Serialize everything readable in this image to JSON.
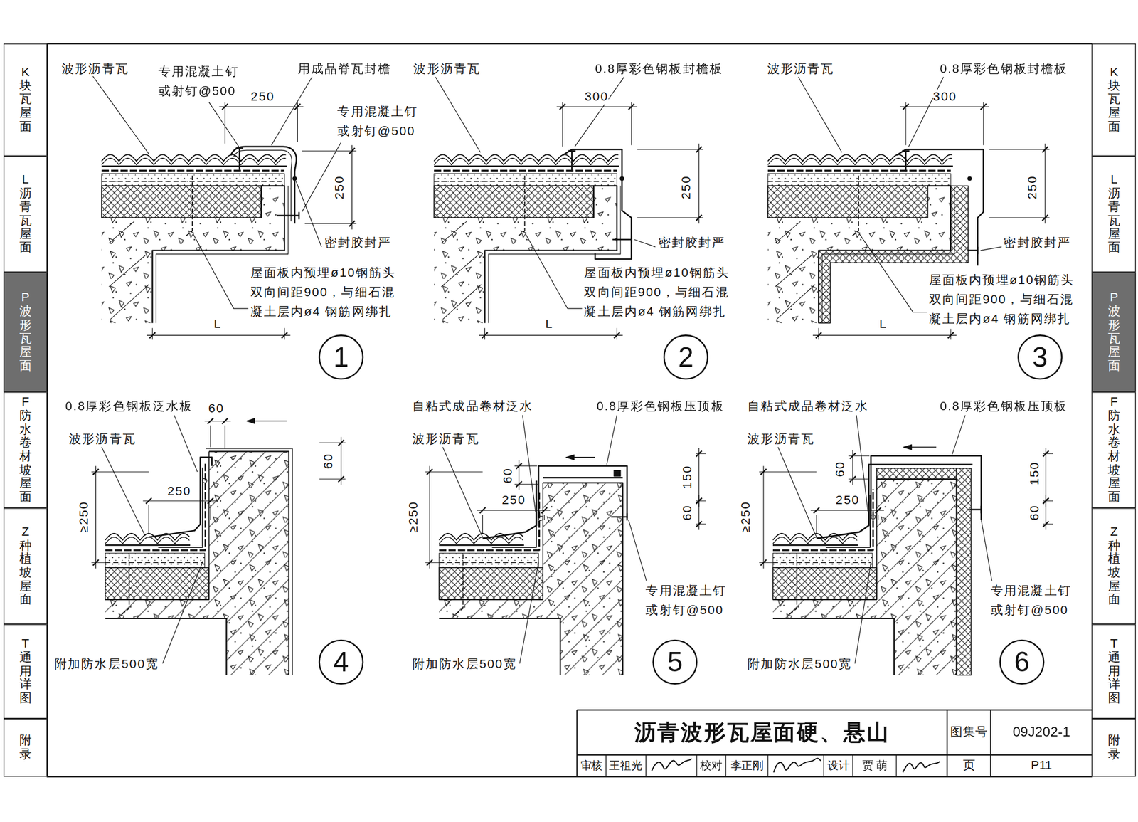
{
  "diagram": {
    "title": "沥青波形瓦屋面硬、悬山",
    "nodes": [
      {
        "text": [
          "K块瓦屋面"
        ]
      },
      {
        "text": [
          "L沥青瓦屋面"
        ]
      },
      {
        "text": [
          "P波形瓦屋面"
        ]
      },
      {
        "text": [
          "F防水卷材坡屋面"
        ]
      },
      {
        "text": [
          "Z种植坡屋面"
        ]
      },
      {
        "text": [
          "T通用详图"
        ]
      },
      {
        "text": [
          "附录"
        ]
      },
      {
        "text": [
          "K块瓦屋面"
        ]
      },
      {
        "text": [
          "L沥青瓦屋面"
        ]
      },
      {
        "text": [
          "P波形瓦屋面"
        ]
      },
      {
        "text": [
          "F防水卷材坡屋面"
        ]
      },
      {
        "text": [
          "Z种植坡屋面"
        ]
      },
      {
        "text": [
          "T通用详图"
        ]
      },
      {
        "text": [
          "附录"
        ]
      },
      {
        "text": [
          "1"
        ]
      },
      {
        "text": [
          "2"
        ]
      },
      {
        "text": [
          "3"
        ]
      },
      {
        "text": [
          "4"
        ]
      },
      {
        "text": [
          "5"
        ]
      },
      {
        "text": [
          "6"
        ]
      }
    ],
    "labels": [
      "波形沥青瓦",
      "专用混凝土钉 或射钉@500",
      "用成品脊瓦封檐",
      "250",
      "专用混凝土钉 或射钉@500",
      "250",
      "密封胶封严",
      "屋面板内预埋ø10钢筋头 双向间距900，与细石混 凝土层内ø4 钢筋网绑扎",
      "L",
      "波形沥青瓦",
      "0.8厚彩色钢板封檐板",
      "300",
      "250",
      "密封胶封严",
      "屋面板内预埋ø10钢筋头 双向间距900，与细石混 凝土层内ø4 钢筋网绑扎",
      "L",
      "波形沥青瓦",
      "0.8厚彩色钢板封檐板",
      "300",
      "250",
      "密封胶封严",
      "屋面板内预埋ø10钢筋头 双向间距900，与细石混 凝土层内ø4 钢筋网绑扎",
      "L",
      "0.8厚彩色钢板泛水板",
      "60",
      "60",
      "波形沥青瓦",
      "250",
      "≥250",
      "附加防水层500宽",
      "自粘式成品卷材泛水",
      "0.8厚彩色钢板压顶板",
      "波形沥青瓦",
      "60",
      "≥250",
      "250",
      "150",
      "60",
      "专用混凝土钉 或射钉@500",
      "附加防水层500宽",
      "自粘式成品卷材泛水",
      "0.8厚彩色钢板压顶板",
      "波形沥青瓦",
      "60",
      "≥250",
      "250",
      "150",
      "60",
      "专用混凝土钉 或射钉@500",
      "附加防水层500宽",
      "审核",
      "王祖光",
      "校对",
      "李正刚",
      "设计",
      "贾 萌",
      "图集号",
      "09J202-1",
      "页",
      "P11"
    ]
  }
}
